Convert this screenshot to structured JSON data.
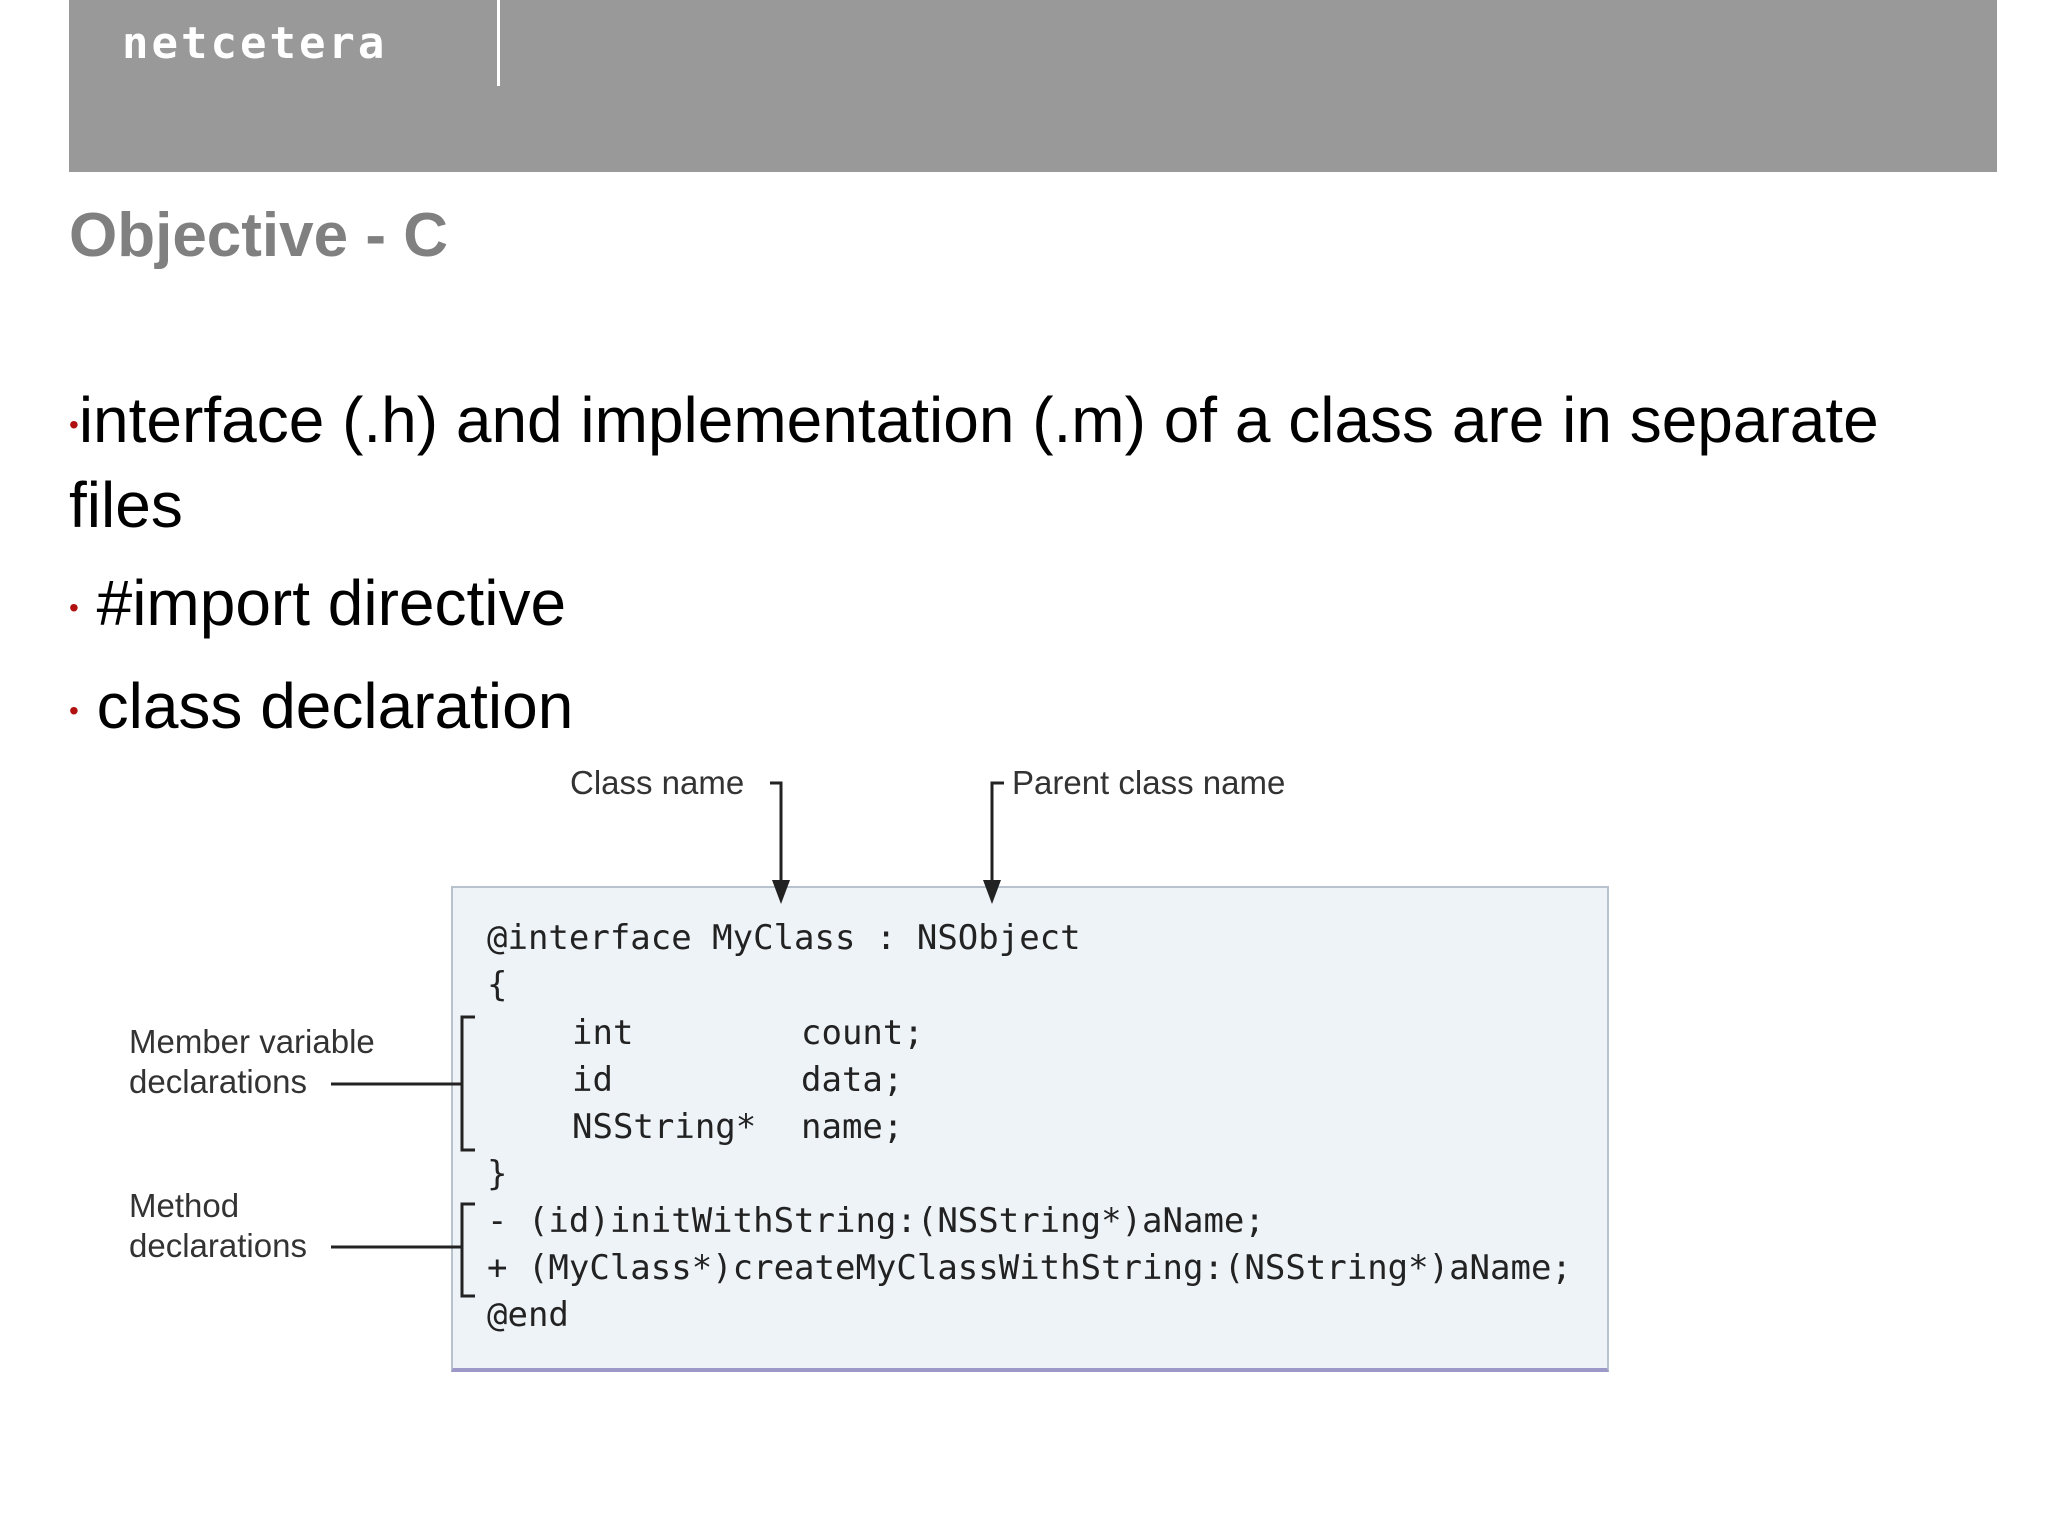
{
  "header": {
    "logo": "netcetera"
  },
  "slide": {
    "title": "Objective - C",
    "bullets": [
      {
        "dot": "•",
        "text": "interface (.h) and implementation (.m) of a class are in separate files"
      },
      {
        "dot": "•",
        "text": "#import directive"
      },
      {
        "dot": "•",
        "text": "class declaration"
      }
    ]
  },
  "diagram": {
    "labels": {
      "class_name": "Class name",
      "parent_class_name": "Parent class name",
      "member_variable_line1": "Member variable",
      "member_variable_line2": "declarations",
      "method_line1": "Method",
      "method_line2": "declarations"
    },
    "code": {
      "line1": "@interface MyClass : NSObject",
      "line2": "{",
      "var1_type": "int",
      "var1_name": "count;",
      "var2_type": "id",
      "var2_name": "data;",
      "var3_type": "NSString*",
      "var3_name": "name;",
      "line6": "}",
      "method1": "- (id)initWithString:(NSString*)aName;",
      "method2": "+ (MyClass*)createMyClassWithString:(NSString*)aName;",
      "end": "@end"
    }
  }
}
